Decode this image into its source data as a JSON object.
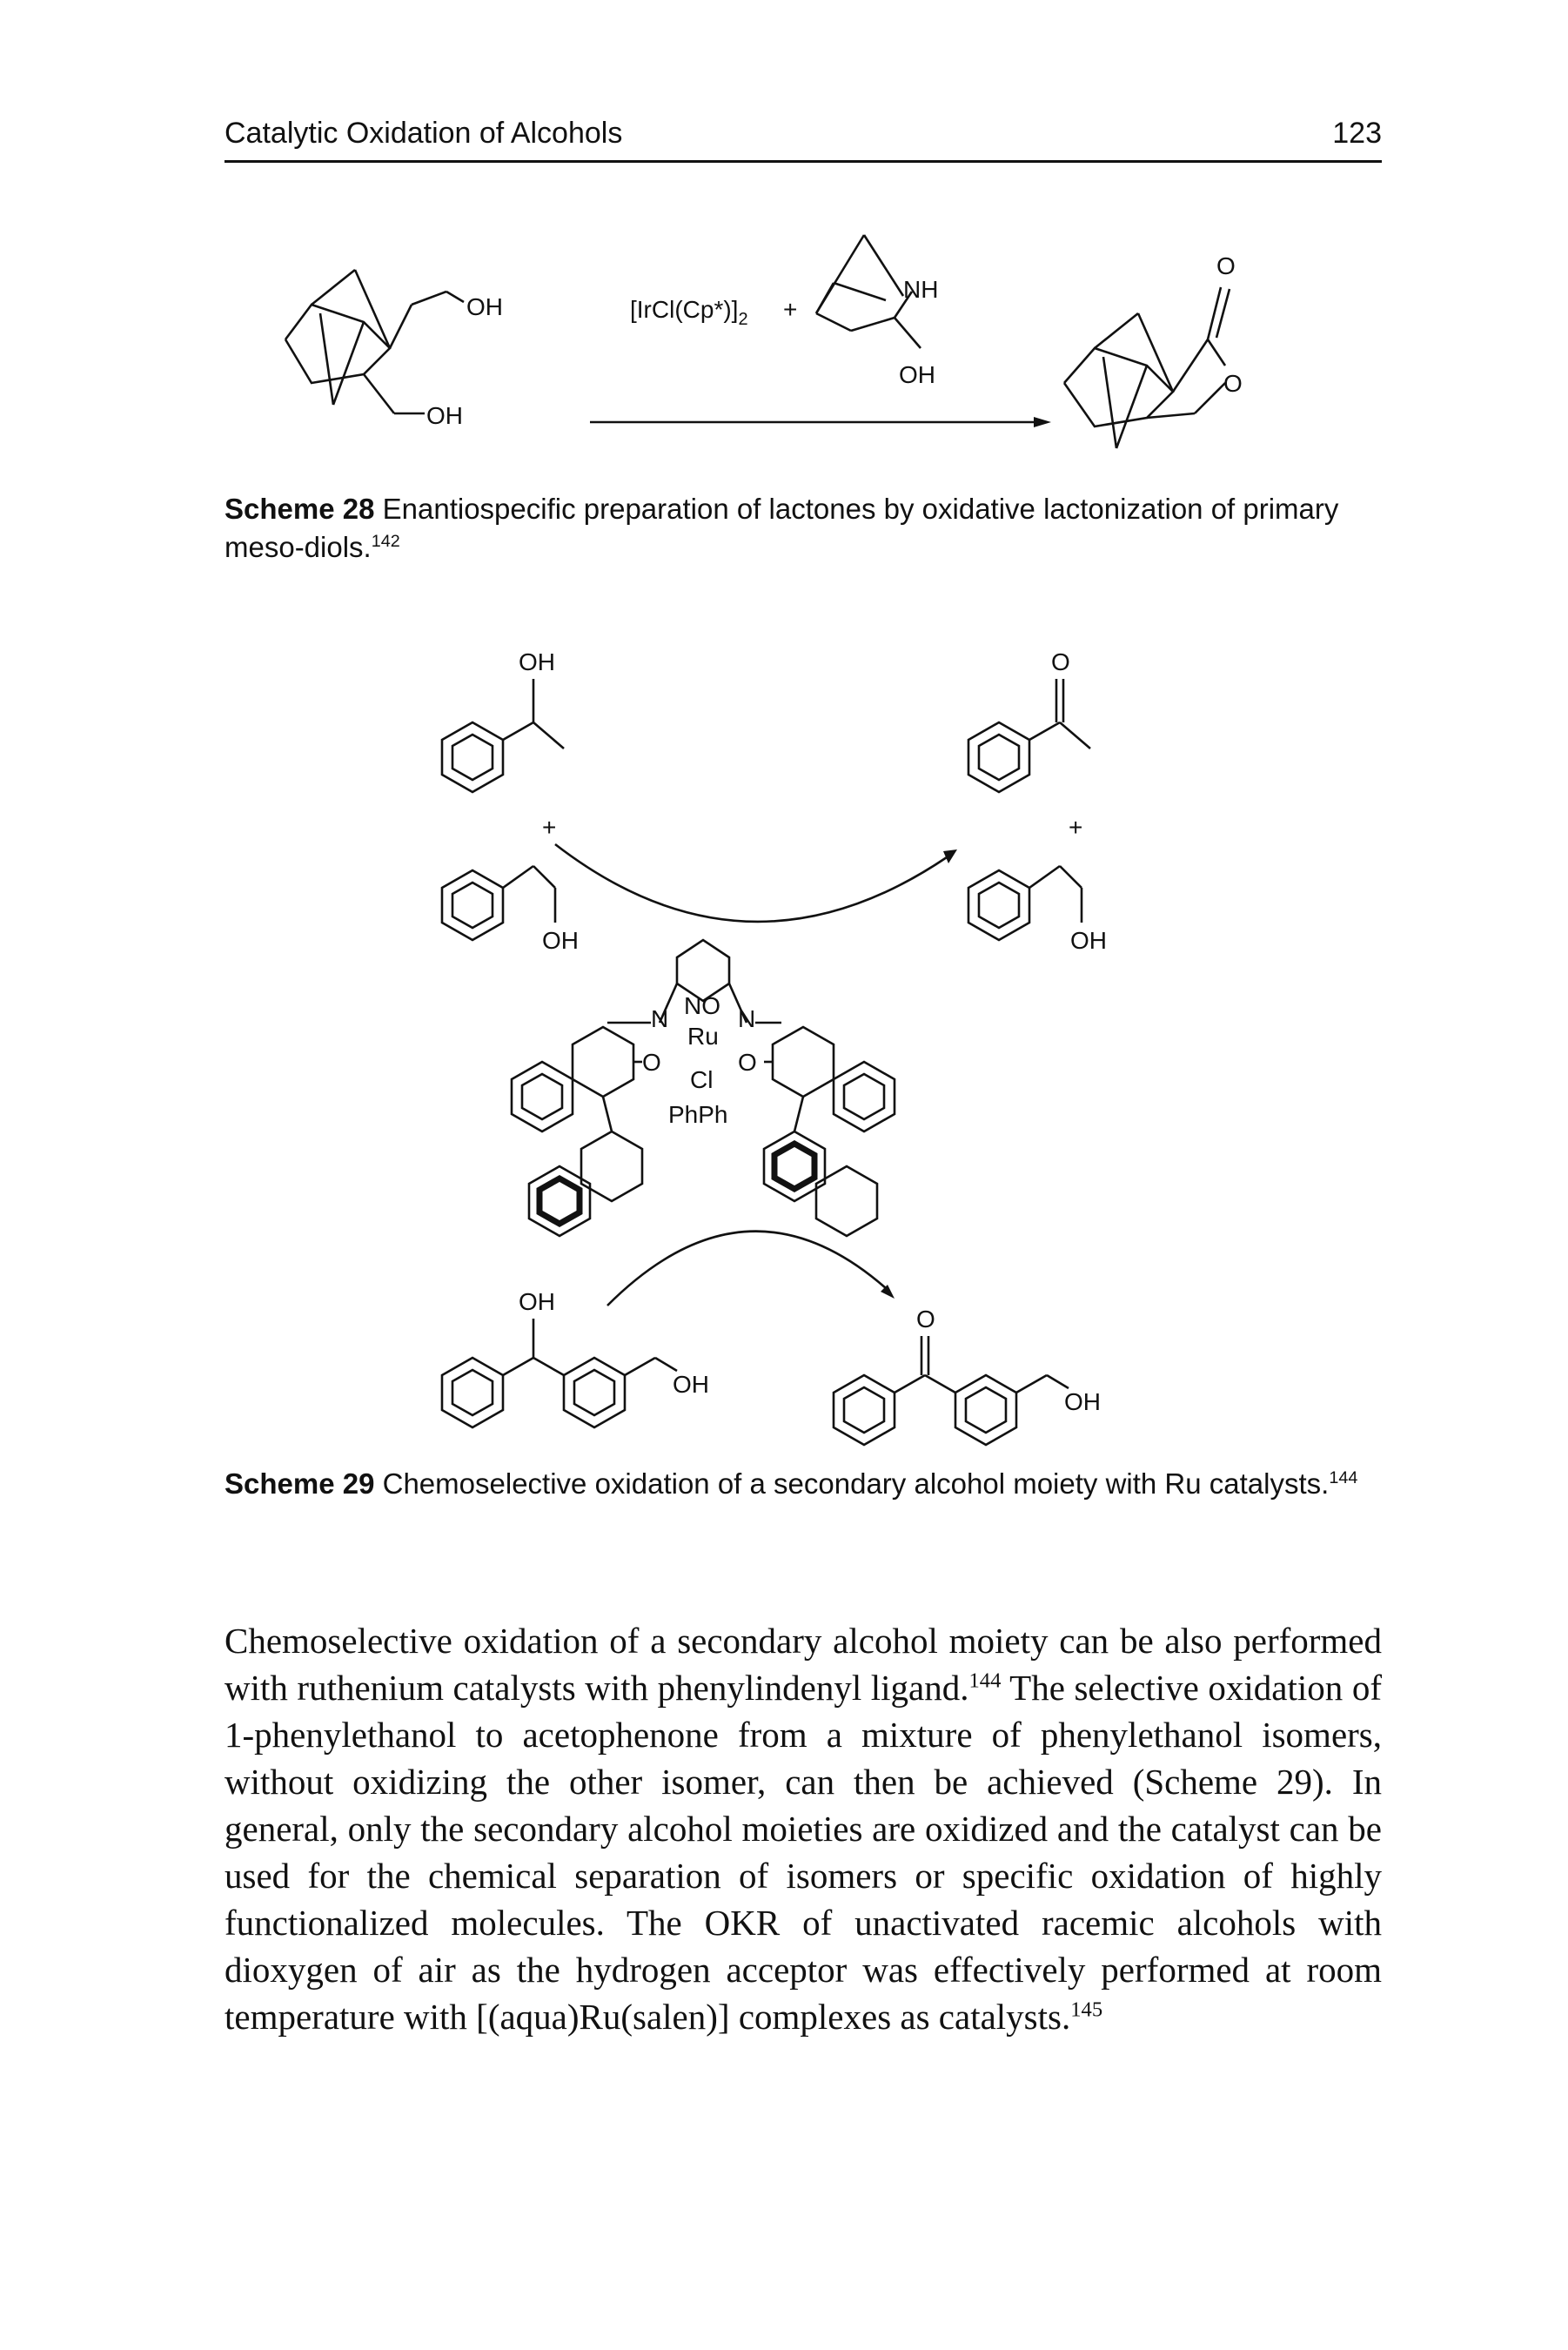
{
  "header": {
    "running_title": "Catalytic Oxidation of Alcohols",
    "page_number": "123"
  },
  "scheme28": {
    "catalyst": "[IrCl(Cp*)]",
    "catalyst_sub": "2",
    "plus": "+",
    "nh": "NH",
    "oh_ligand": "OH",
    "oh_top": "OH",
    "oh_bottom": "OH",
    "o_carbonyl": "O",
    "o_ring": "O",
    "caption_label": "Scheme 28",
    "caption_text": "Enantiospecific preparation of lactones by oxidative lactonization of primary meso-diols.",
    "caption_ref": "142"
  },
  "scheme29": {
    "oh1": "OH",
    "o1": "O",
    "plus_left": "+",
    "plus_right": "+",
    "oh2": "OH",
    "oh3": "OH",
    "no": "NO",
    "n_left": "N",
    "n_right": "N",
    "ru": "Ru",
    "o_left": "O",
    "o_right": "O",
    "cl": "Cl",
    "phph": "PhPh",
    "oh_bottom_sec": "OH",
    "oh_bottom_prim": "OH",
    "o_bottom": "O",
    "oh_bottom_prim2": "OH",
    "caption_label": "Scheme 29",
    "caption_text": "Chemoselective oxidation of a secondary alcohol moiety with Ru catalysts.",
    "caption_ref": "144"
  },
  "body": {
    "p1_a": "Chemoselective oxidation of a secondary alcohol moiety can be also performed with ruthenium catalysts with phenylindenyl ligand.",
    "p1_ref1": "144",
    "p1_b": " The selective oxidation of 1-phenylethanol to acetophenone from a mixture of phenylethanol isomers, without oxidizing the other isomer, can then be achieved (Scheme 29). In general, only the secondary alcohol moieties are oxidized and the catalyst can be used for the chemical separation of isomers or specific oxidation of highly functionalized molecules. The OKR of unactivated racemic alcohols with dioxygen of air as the hydrogen acceptor was effectively performed at room temperature with [(aqua)Ru(salen)] complexes as catalysts.",
    "p1_ref2": "145"
  }
}
